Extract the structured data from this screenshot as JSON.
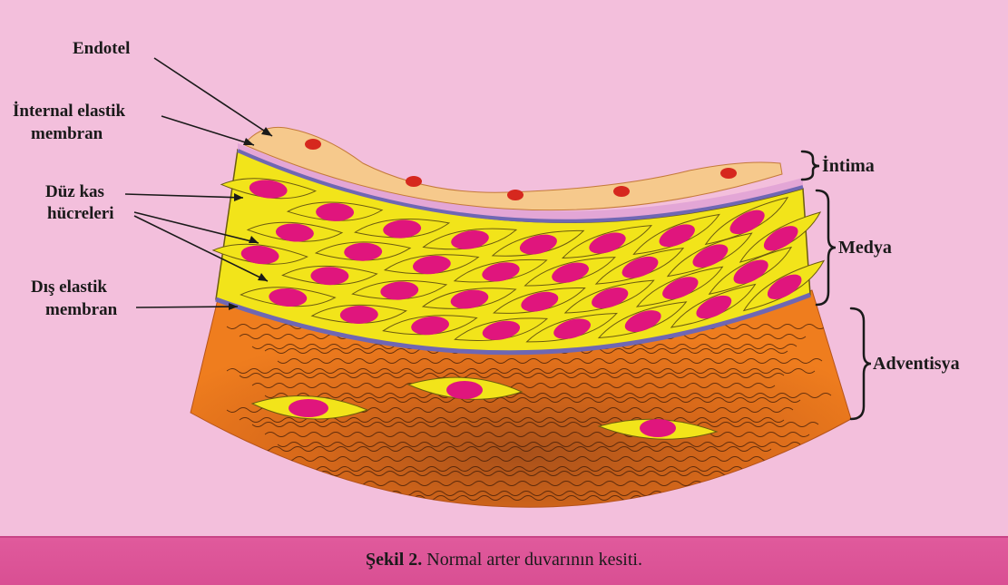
{
  "labels": {
    "endotel": "Endotel",
    "internal_1": "İnternal elastik",
    "internal_2": "membran",
    "duz_kas_1": "Düz kas",
    "duz_kas_2": "hücreleri",
    "dis_elastik_1": "Dış elastik",
    "dis_elastik_2": "membran",
    "intima": "İntima",
    "medya": "Medya",
    "adventisya": "Adventisya"
  },
  "caption": {
    "bold": "Şekil 2.",
    "text": " Normal arter duvarının kesiti."
  },
  "colors": {
    "background": "#f3bfdc",
    "caption_bar": "#dd5598",
    "adventitia": "#ee7b1e",
    "adventitia_dark": "#c85a12",
    "muscle_cell": "#f2e41a",
    "nucleus": "#e0157d",
    "membrane": "#6f67b3",
    "endothelium": "#f6c98c",
    "endo_nucleus": "#d6281e",
    "intima_band": "#e3a6d6"
  }
}
